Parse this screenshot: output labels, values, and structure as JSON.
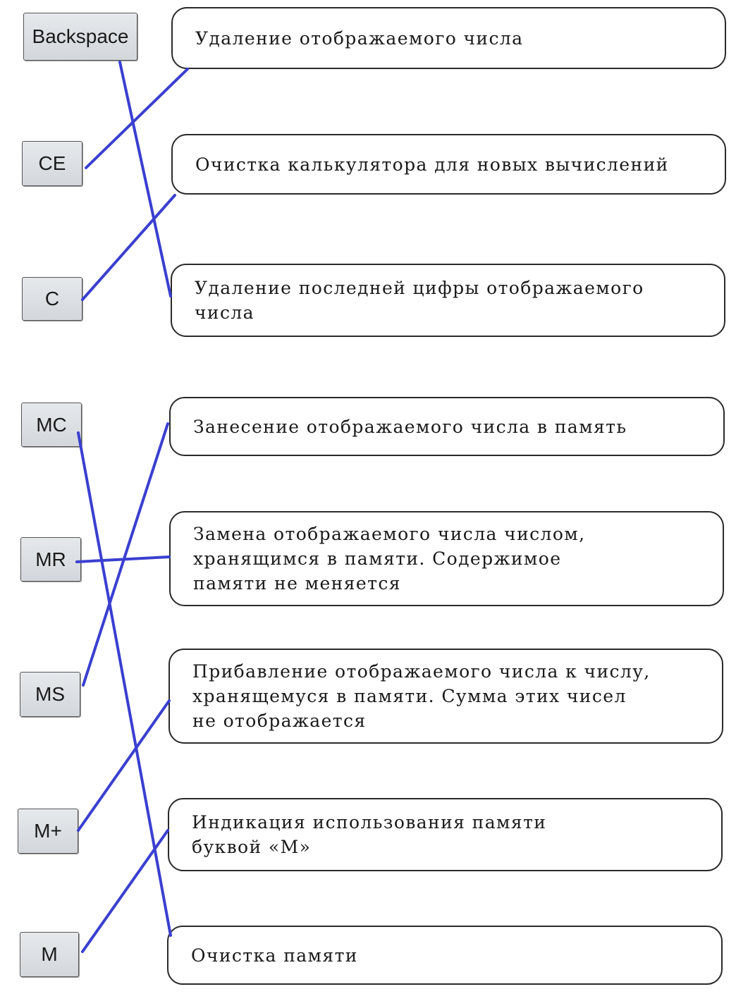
{
  "keys": {
    "backspace": "Backspace",
    "ce": "CE",
    "c": "C",
    "mc": "MC",
    "mr": "MR",
    "ms": "MS",
    "mplus": "M+",
    "m": "M"
  },
  "descriptions": {
    "delete_number": "Удаление отображаемого числа",
    "clear_calc": "Очистка калькулятора для новых вычислений",
    "delete_last_digit": "Удаление последней цифры отображаемого\nчисла",
    "store_memory": "Занесение отображаемого числа в память",
    "replace_from_memory": "Замена отображаемого числа числом,\nхранящимся в памяти. Содержимое\nпамяти не меняется",
    "add_to_memory": "Прибавление отображаемого числа к числу,\nхранящемуся в памяти. Сумма этих чисел\nне отображается",
    "memory_indicator": "Индикация использования памяти\nбуквой «М»",
    "clear_memory": "Очистка памяти"
  },
  "matches": [
    {
      "key": "backspace",
      "description": "delete_last_digit"
    },
    {
      "key": "ce",
      "description": "delete_number"
    },
    {
      "key": "c",
      "description": "clear_calc"
    },
    {
      "key": "mc",
      "description": "clear_memory"
    },
    {
      "key": "mr",
      "description": "replace_from_memory"
    },
    {
      "key": "ms",
      "description": "store_memory"
    },
    {
      "key": "mplus",
      "description": "add_to_memory"
    },
    {
      "key": "m",
      "description": "memory_indicator"
    }
  ],
  "colors": {
    "link_line": "#3a3fd0",
    "key_face": "#dcdfe2",
    "box_border": "#2a2a2a"
  }
}
